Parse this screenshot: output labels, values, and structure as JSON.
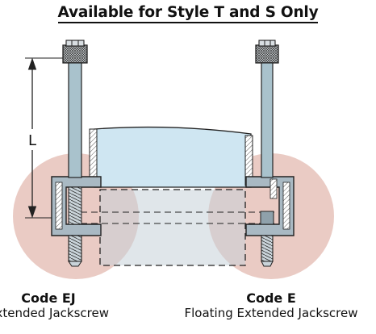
{
  "heading": "Available for Style T and S Only",
  "dimension_label": "L",
  "left_option": {
    "code": "Code EJ",
    "description": "Extended Jackscrew"
  },
  "right_option": {
    "code": "Code E",
    "description": "Floating Extended Jackscrew"
  },
  "colors": {
    "highlight_circle": "#e6c2ba",
    "connector_body": "#cfe6f2",
    "hardware": "#a9b9c3",
    "outline": "#222222"
  }
}
